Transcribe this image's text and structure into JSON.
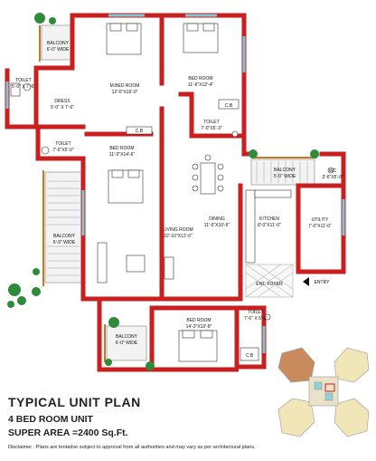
{
  "rooms": {
    "balcony_top_left": {
      "name": "BALCONY",
      "size": "6'-0\" WIDE"
    },
    "m_bed_room": {
      "name": "M.BED ROOM",
      "size": "12'-0\"X16'-0\""
    },
    "bed_room_top": {
      "name": "BED ROOM",
      "size": "11'-6\"X12'-4\""
    },
    "toilet_top_left": {
      "name": "TOILET",
      "size": "5'-0\" X 7'-6\""
    },
    "dress": {
      "name": "DRESS",
      "size": "5'-0\" X 7'-6\""
    },
    "toilet_center": {
      "name": "TOILET",
      "size": "7'-0\"X5'-3\""
    },
    "cb_top": "C.B",
    "cb_mid": "C.B",
    "toilet_left": {
      "name": "TOILET",
      "size": "7'-6\"X5'-0\""
    },
    "bed_room_mid": {
      "name": "BED ROOM",
      "size": "11'-0\"X14'-6\""
    },
    "balcony_right": {
      "name": "BALCONY",
      "size": "5'-0\" WIDE"
    },
    "wc": {
      "name": "WC",
      "size": "3'-6\"X5'-0\""
    },
    "dining": {
      "name": "DINING",
      "size": "11'-6\"X10'-6\""
    },
    "kitchen": {
      "name": "KITCHEN",
      "size": "8'-0\"X11'-0\""
    },
    "utility": {
      "name": "UTILITY",
      "size": "7'-0\"X11'-0\""
    },
    "balcony_left": {
      "name": "BALCONY",
      "size": "6'-0\" WIDE"
    },
    "living_room": {
      "name": "LIVING ROOM",
      "size": "22'-10\"X12'-0\""
    },
    "ent_foyer": "ENT. FOYER",
    "entry": "ENTRY",
    "toilet_bottom": {
      "name": "TOILET",
      "size": "7'-6\" X 5'-0\""
    },
    "bed_room_bottom": {
      "name": "BED ROOM",
      "size": "14'-3\"X10'-8\""
    },
    "balcony_bottom": {
      "name": "BALCONY",
      "size": "6'-0\" WIDE"
    },
    "cb_bottom": "C.B"
  },
  "heading": {
    "title": "TYPICAL UNIT PLAN",
    "unit": "4 BED ROOM UNIT",
    "super_area": "SUPER AREA =2400 Sq.Ft.",
    "disclaimer": "Disclaimer : Plans are tentative subject to approval from all authorities and may vary as per architectural plans."
  },
  "colors": {
    "wall": "#c91f1f",
    "balcony_wall": "#c67a22",
    "plant": "#2e8b3a",
    "glass": "#7fc7d3",
    "keyplan_highlight": "#c98a5c"
  }
}
